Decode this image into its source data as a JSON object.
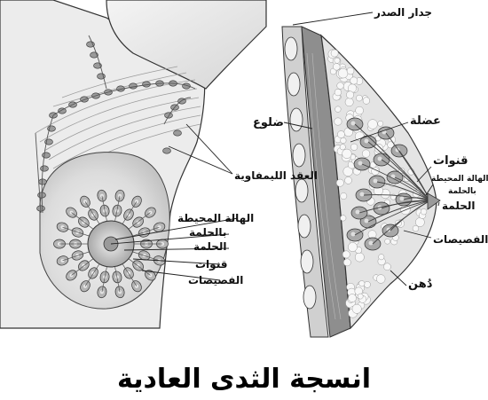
{
  "title": "انسجة الثدى العادية",
  "labels": {
    "chest_wall": "جدار الصدر",
    "muscle": "عضلة",
    "ribs": "ضلوع",
    "lymph_nodes": "العقد الليمفاوية",
    "areola_front_line1": "الهالة المحيطة",
    "areola_front_line2": "بالحلمة",
    "nipple_front": "الحلمة",
    "ducts_front": "قنوات",
    "lobules_front": "الفصيصات",
    "ducts_side": "قنوات",
    "areola_side_line1": "الهالة المحيطة",
    "areola_side_line2": "بالحلمة",
    "nipple_side": "الحلمة",
    "lobules_side": "الفصيصات",
    "fat": "دُهن"
  },
  "colors": {
    "line": "#222222",
    "tissue_light": "#e6e6e6",
    "tissue_mid": "#bdbdbd",
    "tissue_dark": "#8a8a8a",
    "node_fill": "#9a9a9a"
  }
}
